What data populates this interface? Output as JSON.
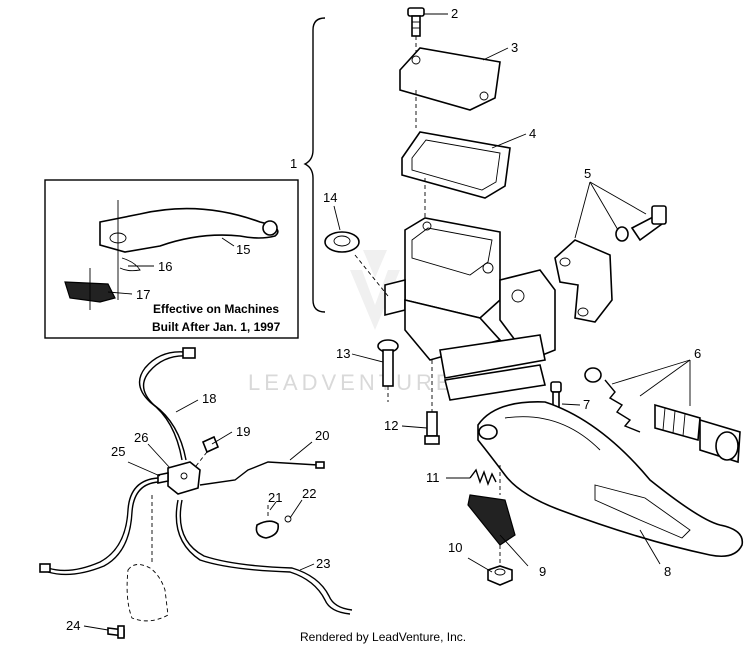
{
  "inset": {
    "note_line1": "Effective on Machines",
    "note_line2": "Built After Jan. 1, 1997"
  },
  "callouts": [
    "1",
    "2",
    "3",
    "4",
    "5",
    "6",
    "7",
    "8",
    "9",
    "10",
    "11",
    "12",
    "13",
    "14",
    "15",
    "16",
    "17",
    "18",
    "19",
    "20",
    "21",
    "22",
    "23",
    "24",
    "25",
    "26"
  ],
  "watermark": "LEADVENTURE",
  "footer": "Rendered by LeadVenture, Inc."
}
